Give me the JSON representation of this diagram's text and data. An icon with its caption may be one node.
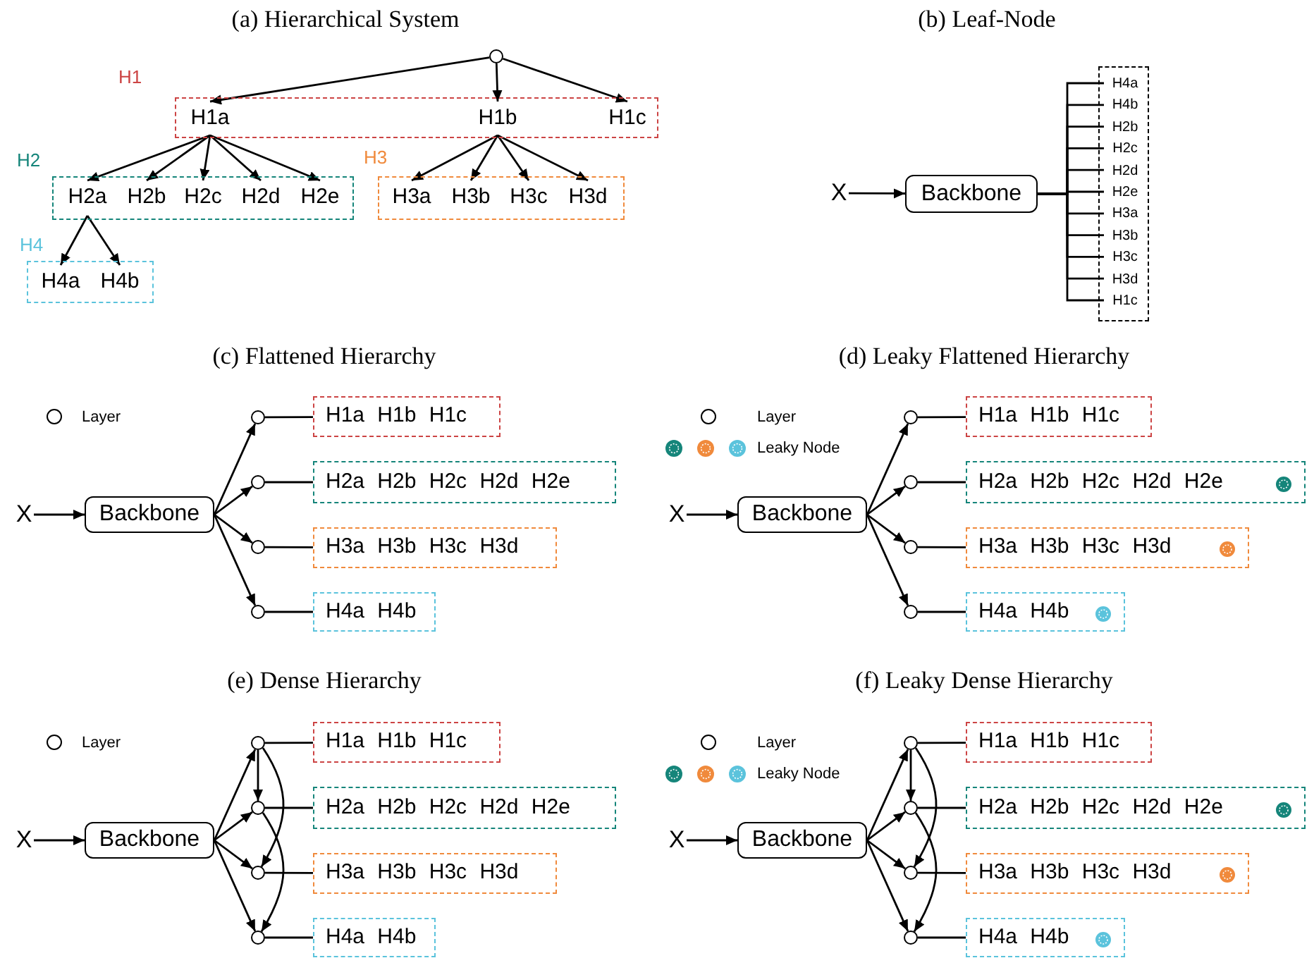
{
  "diagram": {
    "nodes": [
      {
        "text": [],
        "shape": "circle"
      },
      {
        "text": [
          "H1"
        ]
      },
      {
        "text": [
          "H1a"
        ],
        "in": 1
      },
      {
        "text": [
          "H1b"
        ],
        "in": 1
      },
      {
        "text": [
          "H1c"
        ],
        "in": 1
      },
      {
        "text": [
          "H2"
        ]
      },
      {
        "text": [
          "H2a"
        ],
        "in": 5
      },
      {
        "text": [
          "H2b"
        ],
        "in": 5
      },
      {
        "text": [
          "H2c"
        ],
        "in": 5
      },
      {
        "text": [
          "H2d"
        ],
        "in": 5
      },
      {
        "text": [
          "H2e"
        ],
        "in": 5
      },
      {
        "text": [
          "H3"
        ]
      },
      {
        "text": [
          "H3a"
        ],
        "in": 11
      },
      {
        "text": [
          "H3b"
        ],
        "in": 11
      },
      {
        "text": [
          "H3c"
        ],
        "in": 11
      },
      {
        "text": [
          "H3d"
        ],
        "in": 11
      },
      {
        "text": [
          "H4"
        ]
      },
      {
        "text": [
          "H4a"
        ],
        "in": 16
      },
      {
        "text": [
          "H4b"
        ],
        "in": 16
      },
      {
        "text": [
          "X"
        ]
      },
      {
        "text": [
          "Backbone"
        ]
      },
      {
        "text": [],
        "shape": "box"
      },
      {
        "text": [
          "H4a"
        ],
        "in": 21
      },
      {
        "text": [
          "H4b"
        ],
        "in": 21
      },
      {
        "text": [
          "H2b"
        ],
        "in": 21
      },
      {
        "text": [
          "H2c"
        ],
        "in": 21
      },
      {
        "text": [
          "H2d"
        ],
        "in": 21
      },
      {
        "text": [
          "H2e"
        ],
        "in": 21
      },
      {
        "text": [
          "H3a"
        ],
        "in": 21
      },
      {
        "text": [
          "H3b"
        ],
        "in": 21
      },
      {
        "text": [
          "H3c"
        ],
        "in": 21
      },
      {
        "text": [
          "H3d"
        ],
        "in": 21
      },
      {
        "text": [
          "H1c"
        ],
        "in": 21
      },
      {
        "text": [
          "X"
        ]
      },
      {
        "text": [
          "Backbone"
        ]
      },
      {
        "text": [],
        "shape": "circle"
      },
      {
        "text": [
          "H1a H1b H1c"
        ]
      },
      {
        "text": [],
        "shape": "circle"
      },
      {
        "text": [
          "H2a H2b H2c H2d H2e"
        ]
      },
      {
        "text": [],
        "shape": "circle"
      },
      {
        "text": [
          "H3a H3b H3c H3d"
        ]
      },
      {
        "text": [],
        "shape": "circle"
      },
      {
        "text": [
          "H4a H4b"
        ]
      },
      {
        "text": [
          "X"
        ]
      },
      {
        "text": [
          "Backbone"
        ]
      },
      {
        "text": [],
        "shape": "circle"
      },
      {
        "text": [
          "H1a H1b H1c"
        ]
      },
      {
        "text": [],
        "shape": "circle"
      },
      {
        "text": [
          "H2a H2b H2c H2d H2e"
        ]
      },
      {
        "text": [],
        "shape": "circle",
        "in": 48
      },
      {
        "text": [],
        "shape": "circle"
      },
      {
        "text": [
          "H3a H3b H3c H3d"
        ]
      },
      {
        "text": [],
        "shape": "circle",
        "in": 51
      },
      {
        "text": [],
        "shape": "circle"
      },
      {
        "text": [
          "H4a H4b"
        ]
      },
      {
        "text": [],
        "shape": "circle",
        "in": 54
      },
      {
        "text": [
          "X"
        ]
      },
      {
        "text": [
          "Backbone"
        ]
      },
      {
        "text": [],
        "shape": "circle"
      },
      {
        "text": [
          "H1a H1b H1c"
        ]
      },
      {
        "text": [],
        "shape": "circle"
      },
      {
        "text": [
          "H2a H2b H2c H2d H2e"
        ]
      },
      {
        "text": [],
        "shape": "circle"
      },
      {
        "text": [
          "H3a H3b H3c H3d"
        ]
      },
      {
        "text": [],
        "shape": "circle"
      },
      {
        "text": [
          "H4a H4b"
        ]
      },
      {
        "text": [
          "X"
        ]
      },
      {
        "text": [
          "Backbone"
        ]
      },
      {
        "text": [],
        "shape": "circle"
      },
      {
        "text": [
          "H1a H1b H1c"
        ]
      },
      {
        "text": [],
        "shape": "circle"
      },
      {
        "text": [
          "H2a H2b H2c H2d H2e"
        ]
      },
      {
        "text": [],
        "shape": "circle",
        "in": 71
      },
      {
        "text": [],
        "shape": "circle"
      },
      {
        "text": [
          "H3a H3b H3c H3d"
        ]
      },
      {
        "text": [],
        "shape": "circle",
        "in": 74
      },
      {
        "text": [],
        "shape": "circle"
      },
      {
        "text": [
          "H4a H4b"
        ]
      },
      {
        "text": [],
        "shape": "circle",
        "in": 77
      }
    ],
    "edges": [
      {
        "from": 0,
        "to": 2,
        "arrow": "to"
      },
      {
        "from": 0,
        "to": 3,
        "arrow": "to"
      },
      {
        "from": 0,
        "to": 4,
        "arrow": "to"
      },
      {
        "from": 2,
        "to": 6,
        "arrow": "to"
      },
      {
        "from": 2,
        "to": 7,
        "arrow": "to"
      },
      {
        "from": 2,
        "to": 8,
        "arrow": "to"
      },
      {
        "from": 2,
        "to": 9,
        "arrow": "to"
      },
      {
        "from": 2,
        "to": 10,
        "arrow": "to"
      },
      {
        "from": 3,
        "to": 12,
        "arrow": "to"
      },
      {
        "from": 3,
        "to": 13,
        "arrow": "to"
      },
      {
        "from": 3,
        "to": 14,
        "arrow": "to"
      },
      {
        "from": 3,
        "to": 15,
        "arrow": "to"
      },
      {
        "from": 6,
        "to": 17,
        "arrow": "to"
      },
      {
        "from": 6,
        "to": 18,
        "arrow": "to"
      },
      {
        "from": 19,
        "to": 20,
        "arrow": "to"
      },
      {
        "from": 20,
        "to": 22,
        "arrow": "none"
      },
      {
        "from": 20,
        "to": 23,
        "arrow": "none"
      },
      {
        "from": 20,
        "to": 24,
        "arrow": "none"
      },
      {
        "from": 20,
        "to": 25,
        "arrow": "none"
      },
      {
        "from": 20,
        "to": 26,
        "arrow": "none"
      },
      {
        "from": 20,
        "to": 27,
        "arrow": "none"
      },
      {
        "from": 20,
        "to": 28,
        "arrow": "none"
      },
      {
        "from": 20,
        "to": 29,
        "arrow": "none"
      },
      {
        "from": 20,
        "to": 30,
        "arrow": "none"
      },
      {
        "from": 20,
        "to": 31,
        "arrow": "none"
      },
      {
        "from": 20,
        "to": 32,
        "arrow": "none"
      },
      {
        "from": 33,
        "to": 34,
        "arrow": "to"
      },
      {
        "from": 34,
        "to": 35,
        "arrow": "to"
      },
      {
        "from": 34,
        "to": 37,
        "arrow": "to"
      },
      {
        "from": 34,
        "to": 39,
        "arrow": "to"
      },
      {
        "from": 34,
        "to": 41,
        "arrow": "to"
      },
      {
        "from": 35,
        "to": 36,
        "arrow": "none"
      },
      {
        "from": 37,
        "to": 38,
        "arrow": "none"
      },
      {
        "from": 39,
        "to": 40,
        "arrow": "none"
      },
      {
        "from": 41,
        "to": 42,
        "arrow": "none"
      },
      {
        "from": 43,
        "to": 44,
        "arrow": "to"
      },
      {
        "from": 44,
        "to": 45,
        "arrow": "to"
      },
      {
        "from": 44,
        "to": 47,
        "arrow": "to"
      },
      {
        "from": 44,
        "to": 50,
        "arrow": "to"
      },
      {
        "from": 44,
        "to": 53,
        "arrow": "to"
      },
      {
        "from": 45,
        "to": 46,
        "arrow": "none"
      },
      {
        "from": 47,
        "to": 48,
        "arrow": "none"
      },
      {
        "from": 50,
        "to": 51,
        "arrow": "none"
      },
      {
        "from": 53,
        "to": 54,
        "arrow": "none"
      },
      {
        "from": 56,
        "to": 57,
        "arrow": "to"
      },
      {
        "from": 57,
        "to": 58,
        "arrow": "to"
      },
      {
        "from": 57,
        "to": 60,
        "arrow": "to"
      },
      {
        "from": 57,
        "to": 62,
        "arrow": "to"
      },
      {
        "from": 57,
        "to": 64,
        "arrow": "to"
      },
      {
        "from": 58,
        "to": 59,
        "arrow": "none"
      },
      {
        "from": 60,
        "to": 61,
        "arrow": "none"
      },
      {
        "from": 62,
        "to": 63,
        "arrow": "none"
      },
      {
        "from": 64,
        "to": 65,
        "arrow": "none"
      },
      {
        "from": 58,
        "to": 60,
        "arrow": "to"
      },
      {
        "from": 58,
        "to": 62,
        "arrow": "to"
      },
      {
        "from": 60,
        "to": 64,
        "arrow": "to"
      },
      {
        "from": 66,
        "to": 67,
        "arrow": "to"
      },
      {
        "from": 67,
        "to": 68,
        "arrow": "to"
      },
      {
        "from": 67,
        "to": 70,
        "arrow": "to"
      },
      {
        "from": 67,
        "to": 73,
        "arrow": "to"
      },
      {
        "from": 67,
        "to": 76,
        "arrow": "to"
      },
      {
        "from": 68,
        "to": 69,
        "arrow": "none"
      },
      {
        "from": 70,
        "to": 71,
        "arrow": "none"
      },
      {
        "from": 73,
        "to": 74,
        "arrow": "none"
      },
      {
        "from": 76,
        "to": 77,
        "arrow": "none"
      },
      {
        "from": 68,
        "to": 70,
        "arrow": "to"
      },
      {
        "from": 68,
        "to": 73,
        "arrow": "to"
      },
      {
        "from": 70,
        "to": 76,
        "arrow": "to"
      }
    ],
    "labels": [
      "(a) Hierarchical System",
      "(b) Leaf-Node",
      "(c) Flattened Hierarchy",
      "(d) Leaky Flattened Hierarchy",
      "(e) Dense Hierarchy",
      "(f) Leaky Dense Hierarchy"
    ],
    "legend": [
      {
        "text": "Layer"
      },
      {
        "text": "Layer"
      },
      {
        "text": "Leaky Node"
      },
      {
        "text": "Layer"
      },
      {
        "text": "Layer"
      },
      {
        "text": "Leaky Node"
      }
    ]
  }
}
